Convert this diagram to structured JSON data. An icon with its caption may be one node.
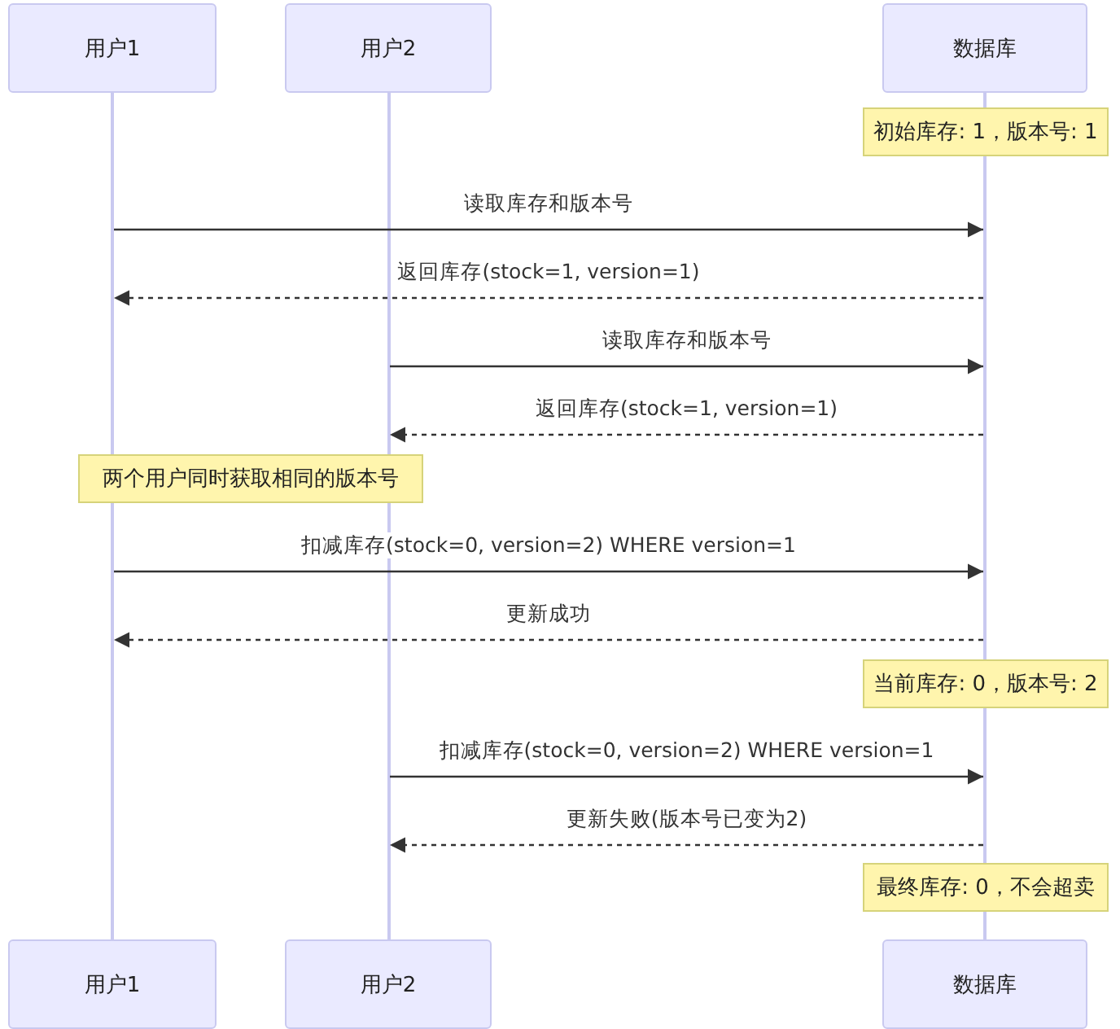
{
  "diagram": {
    "nodes": [
      {
        "text": [
          "用户1"
        ]
      },
      {
        "text": [
          "用户2"
        ]
      },
      {
        "text": [
          "数据库"
        ]
      },
      {
        "text": [],
        "shape": "bar"
      },
      {
        "text": [],
        "shape": "bar"
      },
      {
        "text": [],
        "shape": "bar"
      },
      {
        "text": [
          "初始库存: 1，版本号: 1"
        ]
      },
      {
        "text": [],
        "shape": "bar"
      },
      {
        "text": [
          "两个用户同时获取相同的版本号"
        ]
      },
      {
        "text": [
          "当前库存: 0，版本号: 2"
        ]
      },
      {
        "text": [],
        "shape": "bar"
      },
      {
        "text": [
          "最终库存: 0，不会超卖"
        ]
      },
      {
        "text": [],
        "shape": "bar"
      },
      {
        "text": [
          "用户1"
        ]
      },
      {
        "text": [
          "用户2"
        ]
      },
      {
        "text": [
          "数据库"
        ]
      }
    ],
    "edges": [
      {
        "from": 3,
        "to": 7,
        "arrow": "to",
        "label": "读取库存和版本号"
      },
      {
        "from": 7,
        "to": 3,
        "arrow": "to",
        "label": "返回库存(stock=1, version=1)",
        "style": "dashed"
      },
      {
        "from": 4,
        "to": 7,
        "arrow": "to",
        "label": "读取库存和版本号"
      },
      {
        "from": 7,
        "to": 4,
        "arrow": "to",
        "label": "返回库存(stock=1, version=1)",
        "style": "dashed"
      },
      {
        "from": 3,
        "to": 7,
        "arrow": "to",
        "label": "扣减库存(stock=0, version=2) WHERE version=1"
      },
      {
        "from": 7,
        "to": 3,
        "arrow": "to",
        "label": "更新成功",
        "style": "dashed"
      },
      {
        "from": 4,
        "to": 10,
        "arrow": "to",
        "label": "扣减库存(stock=0, version=2) WHERE version=1"
      },
      {
        "from": 10,
        "to": 4,
        "arrow": "to",
        "label": "更新失败(版本号已变为2)",
        "style": "dashed"
      }
    ]
  }
}
